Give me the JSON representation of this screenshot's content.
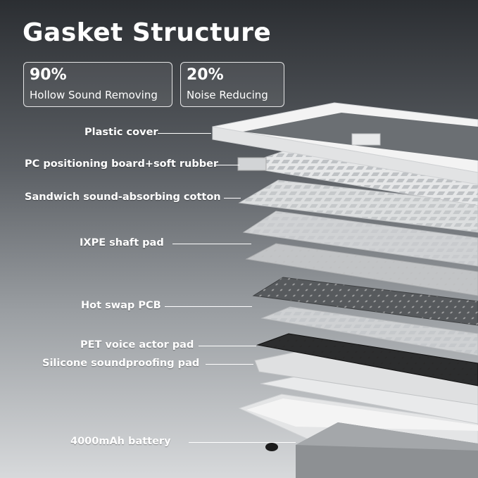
{
  "title": "Gasket Structure",
  "badges": [
    {
      "percent": "90%",
      "text": "Hollow Sound Removing"
    },
    {
      "percent": "20%",
      "text": "Noise Reducing"
    }
  ],
  "layers": [
    {
      "label": "Plastic cover"
    },
    {
      "label": "PC positioning board+soft rubber"
    },
    {
      "label": "Sandwich sound-absorbing cotton"
    },
    {
      "label": "IXPE shaft pad"
    },
    {
      "label": "Hot swap PCB"
    },
    {
      "label": "PET voice actor pad"
    },
    {
      "label": "Silicone soundproofing pad"
    },
    {
      "label": "4000mAh battery"
    }
  ]
}
